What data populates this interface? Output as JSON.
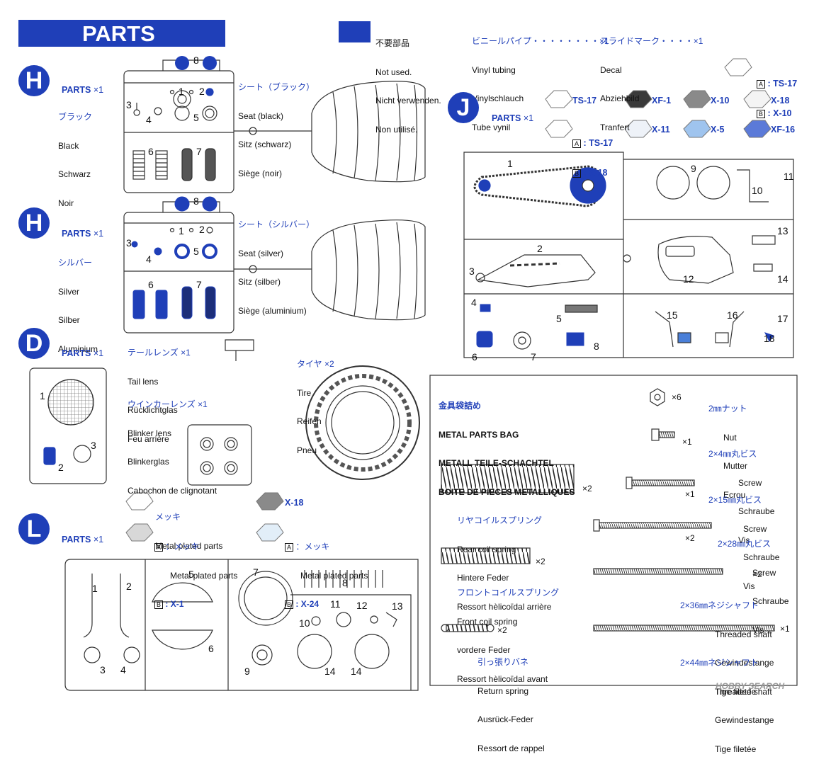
{
  "header": {
    "title": "PARTS"
  },
  "legend": {
    "jp": "不要部品",
    "en": "Not used.",
    "de": "Nicht verwenden.",
    "fr": "Non utilisé."
  },
  "vinyl": {
    "jp": "ビニールパイプ・・・・・・・・×1",
    "en": "Vinyl tubing",
    "de": "Vinylschlauch",
    "fr": "Tube vynil"
  },
  "decal": {
    "jp": "スライドマーク・・・・×1",
    "en": "Decal",
    "de": "Abziehbild",
    "fr": "Tranfert"
  },
  "sprue_h1": {
    "letter": "H",
    "parts": "PARTS",
    "qty": "×1",
    "color_jp": "ブラック",
    "color_en": "Black",
    "color_de": "Schwarz",
    "color_fr": "Noir",
    "seat_jp": "シート（ブラック）",
    "seat_en": "Seat (black)",
    "seat_de": "Sitz (schwarz)",
    "seat_fr": "Siège (noir)",
    "nums": [
      "8",
      "1",
      "2",
      "3",
      "4",
      "5",
      "6",
      "7"
    ]
  },
  "sprue_h2": {
    "letter": "H",
    "parts": "PARTS",
    "qty": "×1",
    "color_jp": "シルバー",
    "color_en": "Silver",
    "color_de": "Silber",
    "color_fr": "Aluminium",
    "seat_jp": "シート（シルバー）",
    "seat_en": "Seat (silver)",
    "seat_de": "Sitz (silber)",
    "seat_fr": "Siège (aluminium)",
    "nums": [
      "8",
      "1",
      "2",
      "3",
      "4",
      "5",
      "6",
      "7"
    ]
  },
  "sprue_d": {
    "letter": "D",
    "parts": "PARTS",
    "qty": "×1",
    "tail_jp": "テールレンズ ×1",
    "tail_en": "Tail lens",
    "tail_de": "Rücklichtglas",
    "tail_fr": "Feu arrière",
    "blinker_jp": "ウインカーレンズ ×1",
    "blinker_en": "Blinker lens",
    "blinker_de": "Blinkerglas",
    "blinker_fr": "Cabochon de clignotant",
    "tire_jp": "タイヤ ×2",
    "tire_en": "Tire",
    "tire_de": "Reifen",
    "tire_fr": "Pneu",
    "nums": [
      "1",
      "2",
      "3"
    ]
  },
  "sprue_j": {
    "letter": "J",
    "parts": "PARTS",
    "qty": "×1",
    "colors": [
      {
        "code": "TS-17",
        "hex": "#ffffff"
      },
      {
        "code": "XF-1",
        "hex": "#3a3a3a"
      },
      {
        "code": "X-10",
        "hex": "#8a8a8a"
      },
      {
        "code": "X-18",
        "hex": "#f4f4f4"
      },
      {
        "code": "X-11",
        "hex": "#eef2f8"
      },
      {
        "code": "X-5",
        "hex": "#9fc4ee"
      },
      {
        "code": "XF-16",
        "hex": "#5b7ad8"
      }
    ],
    "combo1_a": "TS-17",
    "combo1_b": "X-18",
    "combo2_a": "TS-17",
    "combo2_b": "X-10",
    "box_a": "A",
    "box_b": "B",
    "nums": [
      "1",
      "2",
      "3",
      "4",
      "5",
      "6",
      "7",
      "8",
      "9",
      "10",
      "11",
      "12",
      "13",
      "14",
      "15",
      "16",
      "17",
      "18"
    ]
  },
  "sprue_l": {
    "letter": "L",
    "parts": "PARTS",
    "qty": "×1",
    "metal_jp": "メッキ",
    "metal_en": "Metal plated parts",
    "x18": "X-18",
    "combo1_jp": "：メッキ",
    "combo1_en": "Metal plated parts",
    "combo1_b": "X-1",
    "combo2_jp": "：メッキ",
    "combo2_en": "Metal plated parts",
    "combo2_b": "X-24",
    "box_a": "A",
    "box_b": "B",
    "nums": [
      "1",
      "2",
      "3",
      "4",
      "5",
      "6",
      "7",
      "8",
      "9",
      "10",
      "11",
      "12",
      "13",
      "14",
      "14"
    ]
  },
  "metal_bag": {
    "jp": "金具袋詰め",
    "en": "METAL PARTS BAG",
    "de": "METALL TEILE-SCHACHTEL",
    "fr": "BOITE DE PIECES METALLIQUES",
    "nut": {
      "qty": "×6",
      "jp": "2㎜ナット",
      "en": "Nut",
      "de": "Mutter",
      "fr": "Ecrou"
    },
    "screw4": {
      "qty": "×1",
      "jp": "2×4㎜丸ビス",
      "en": "Screw",
      "de": "Schraube",
      "fr": "Vis"
    },
    "screw15": {
      "qty": "×1",
      "jp": "2×15㎜丸ビス",
      "en": "Screw",
      "de": "Schraube",
      "fr": "Vis"
    },
    "screw28": {
      "qty": "×2",
      "jp": "2×28㎜丸ビス",
      "en": "Screw",
      "de": "Schraube",
      "fr": "Vis"
    },
    "shaft36": {
      "qty": "×2",
      "jp": "2×36㎜ネジシャフト",
      "en": "Threaded shaft",
      "de": "Gewindestange",
      "fr": "Tige filetée"
    },
    "shaft44": {
      "qty": "×1",
      "jp": "2×44㎜ネジシャフト",
      "en": "Threaded shaft",
      "de": "Gewindestange",
      "fr": "Tige filetée"
    },
    "rear_spring": {
      "qty": "×2",
      "jp": "リヤコイルスプリング",
      "en": "Rear coil spring",
      "de": "Hintere Feder",
      "fr": "Ressort hèlicoïdal arrière"
    },
    "front_spring": {
      "qty": "×2",
      "jp": "フロントコイルスプリング",
      "en": "Front coil spring",
      "de": "vordere Feder",
      "fr": "Ressort hèlicoïdal avant"
    },
    "return_spring": {
      "qty": "×2",
      "jp": "引っ張りバネ",
      "en": "Return spring",
      "de": "Ausrück-Feder",
      "fr": "Ressort de rappel"
    }
  },
  "watermark": "HOBBY SEARCH",
  "accent": "#1f3fb8"
}
